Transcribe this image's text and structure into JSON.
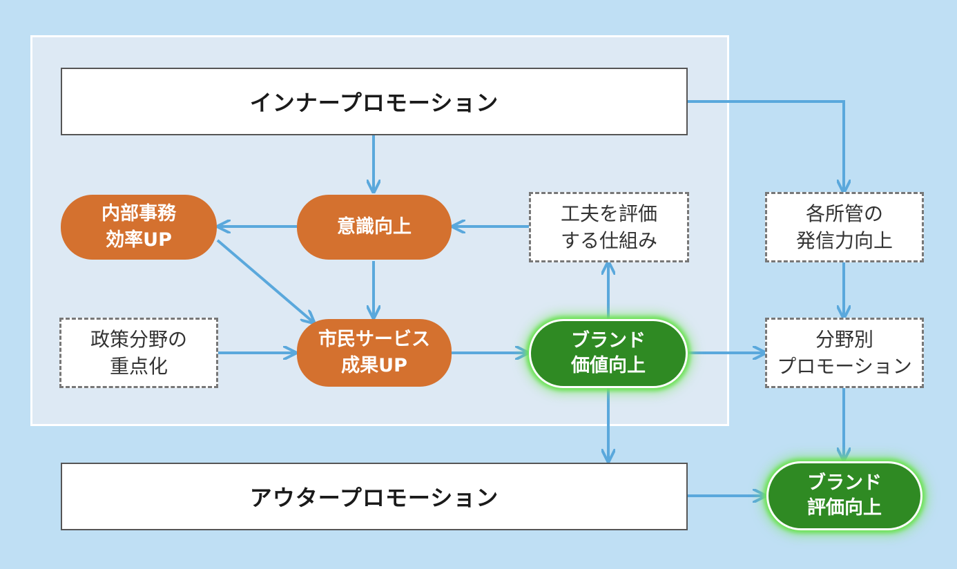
{
  "nodes": {
    "inner_promotion": "インナープロモーション",
    "outer_promotion": "アウタープロモーション",
    "internal_efficiency": "内部事務\n効率UP",
    "awareness": "意識向上",
    "evaluation_system": "工夫を評価\nする仕組み",
    "policy_focus": "政策分野の\n重点化",
    "citizen_service": "市民サービス\n成果UP",
    "brand_value": "ブランド\n価値向上",
    "department_capability": "各所管の\n発信力向上",
    "field_promotion": "分野別\nプロモーション",
    "brand_evaluation": "ブランド\n評価向上"
  },
  "colors": {
    "background": "#bfdff4",
    "panel": "#dde9f4",
    "orange": "#d4712f",
    "green": "#2f8a23",
    "glow": "#6fe25a",
    "arrow": "#5aa8dc"
  }
}
